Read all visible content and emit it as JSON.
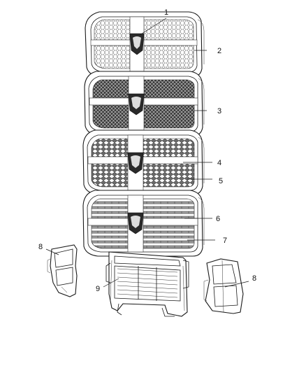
{
  "diagram": {
    "callouts": [
      {
        "id": "c1",
        "label": "1"
      },
      {
        "id": "c2",
        "label": "2"
      },
      {
        "id": "c3",
        "label": "3"
      },
      {
        "id": "c4",
        "label": "4"
      },
      {
        "id": "c5",
        "label": "5"
      },
      {
        "id": "c6",
        "label": "6"
      },
      {
        "id": "c7",
        "label": "7"
      },
      {
        "id": "c8l",
        "label": "8"
      },
      {
        "id": "c9",
        "label": "9"
      },
      {
        "id": "c8r",
        "label": "8"
      }
    ],
    "parts": [
      {
        "name": "grille-honeycomb",
        "insert": "honeycomb"
      },
      {
        "name": "grille-woven-mesh",
        "insert": "mesh"
      },
      {
        "name": "grille-diamond-mesh",
        "insert": "diamond"
      },
      {
        "name": "grille-horizontal-bar",
        "insert": "bars"
      },
      {
        "name": "air-shutter",
        "insert": "louvers"
      },
      {
        "name": "duct-left",
        "insert": "duct"
      },
      {
        "name": "duct-right",
        "insert": "duct"
      }
    ]
  }
}
